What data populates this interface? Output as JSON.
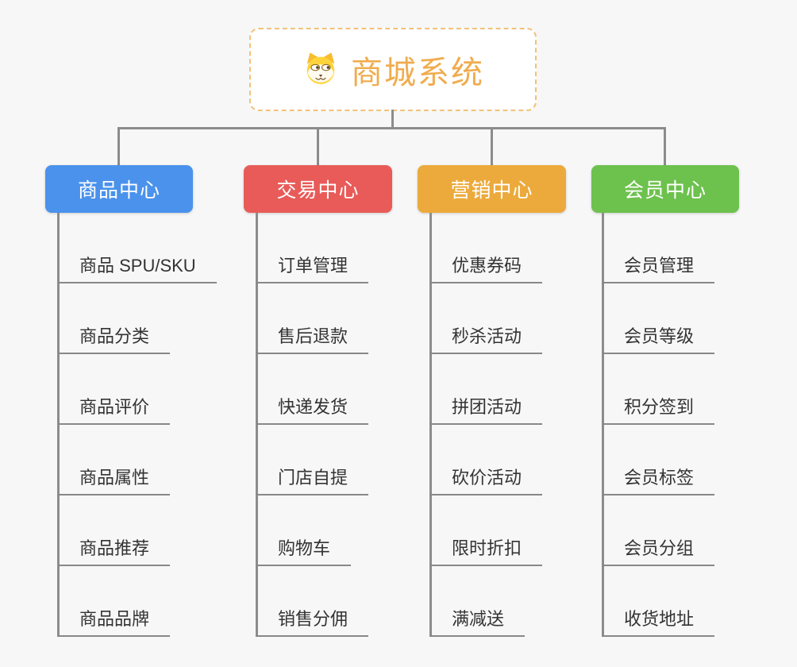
{
  "page": {
    "background": "#F7F7F7"
  },
  "connector_color": "#8C8C8C",
  "root": {
    "title": "商城系统",
    "icon": "dog-icon",
    "text_color": "#F0AC4E",
    "border_color": "#F2C179"
  },
  "branches": [
    {
      "label": "商品中心",
      "color": "#4A92EC",
      "items": [
        "商品 SPU/SKU",
        "商品分类",
        "商品评价",
        "商品属性",
        "商品推荐",
        "商品品牌"
      ]
    },
    {
      "label": "交易中心",
      "color": "#E85B58",
      "items": [
        "订单管理",
        "售后退款",
        "快递发货",
        "门店自提",
        "购物车",
        "销售分佣"
      ]
    },
    {
      "label": "营销中心",
      "color": "#ECAA3C",
      "items": [
        "优惠券码",
        "秒杀活动",
        "拼团活动",
        "砍价活动",
        "限时折扣",
        "满减送"
      ]
    },
    {
      "label": "会员中心",
      "color": "#6DC14D",
      "items": [
        "会员管理",
        "会员等级",
        "积分签到",
        "会员标签",
        "会员分组",
        "收货地址"
      ]
    }
  ]
}
